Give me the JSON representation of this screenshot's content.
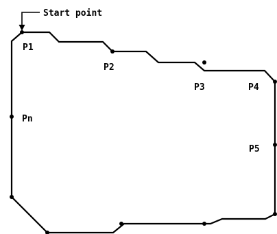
{
  "labels": {
    "start_point": "Start point",
    "p1": "P1",
    "p2": "P2",
    "p3": "P3",
    "p4": "P4",
    "p5": "P5",
    "pn": "Pn"
  },
  "colors": {
    "ink": "#000000",
    "background": "#ffffff"
  }
}
